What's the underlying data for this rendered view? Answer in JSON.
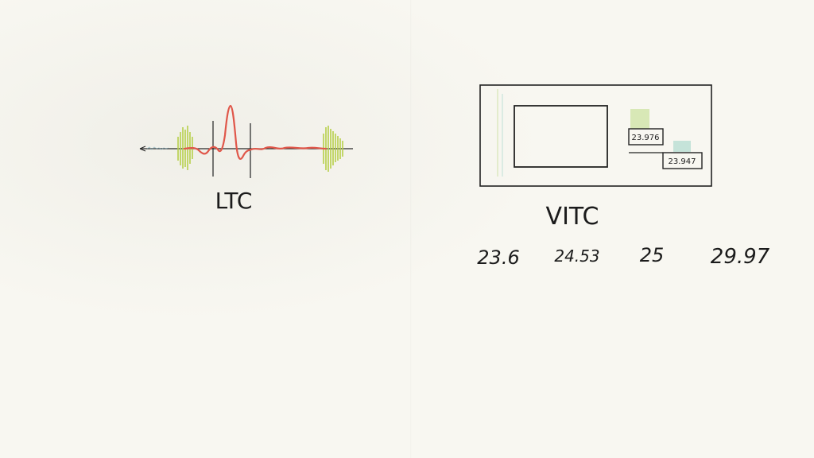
{
  "ltc": {
    "label": "LTC",
    "wave_color": "#e0574a",
    "burst_color": "#b7cf4a",
    "line_color": "#222222"
  },
  "vitc": {
    "label": "VITC",
    "box_top": "23.976",
    "box_bottom": "23.947",
    "accent_green": "#cfe3a8",
    "accent_teal": "#bfe0d6"
  },
  "frame_rates": [
    "23.6",
    "24.53",
    "25",
    "29.97"
  ]
}
